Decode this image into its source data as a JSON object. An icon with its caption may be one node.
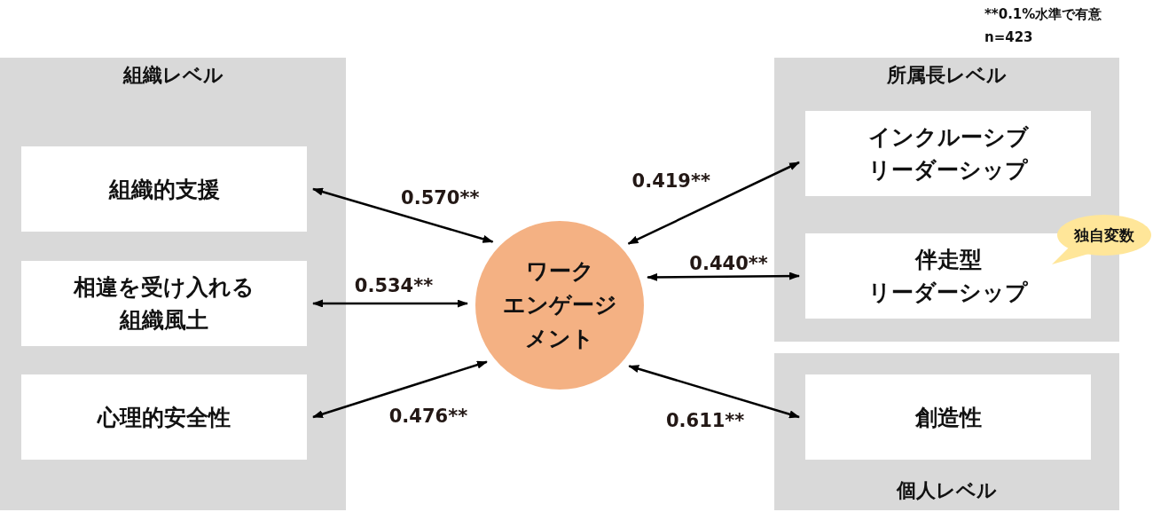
{
  "diagram": {
    "nodes": [
      {
        "text": [
          "組織レベル"
        ]
      },
      {
        "text": [
          "組織的支援"
        ],
        "in": 0
      },
      {
        "text": [
          "相違を受け入れる組織風土"
        ],
        "in": 0
      },
      {
        "text": [
          "心理的安全性"
        ],
        "in": 0
      },
      {
        "text": [
          "ワークエンゲージメント"
        ]
      },
      {
        "text": [
          "所属長レベル"
        ]
      },
      {
        "text": [
          "インクルーシブリーダーシップ"
        ],
        "in": 5
      },
      {
        "text": [
          "伴走型リーダーシップ"
        ],
        "in": 5
      },
      {
        "text": [
          "独自変数"
        ]
      },
      {
        "text": [
          "個人レベル"
        ]
      },
      {
        "text": [
          "創造性"
        ],
        "in": 9
      }
    ],
    "edges": [
      {
        "from": 1,
        "to": 4,
        "arrow": "both",
        "label": "0.570**"
      },
      {
        "from": 2,
        "to": 4,
        "arrow": "both",
        "label": "0.534**"
      },
      {
        "from": 3,
        "to": 4,
        "arrow": "both",
        "label": "0.476**"
      },
      {
        "from": 4,
        "to": 6,
        "arrow": "both",
        "label": "0.419**"
      },
      {
        "from": 4,
        "to": 7,
        "arrow": "both",
        "label": "0.440**"
      },
      {
        "from": 4,
        "to": 10,
        "arrow": "both",
        "label": "0.611**"
      }
    ],
    "labels": [
      "**0.1%水準で有意",
      "n=423"
    ]
  }
}
